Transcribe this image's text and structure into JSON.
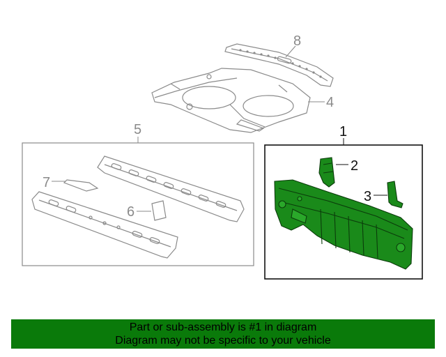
{
  "callouts": {
    "c1": "1",
    "c2": "2",
    "c3": "3",
    "c4": "4",
    "c5": "5",
    "c6": "6",
    "c7": "7",
    "c8": "8"
  },
  "banner": {
    "line1": "Part or sub-assembly is #1 in diagram",
    "line2": "Diagram may not be specific to your vehicle"
  },
  "colors": {
    "highlight_part": "#1a8a1a",
    "banner_bg": "#0a7a0a",
    "line_art": "#8a8a8a"
  }
}
